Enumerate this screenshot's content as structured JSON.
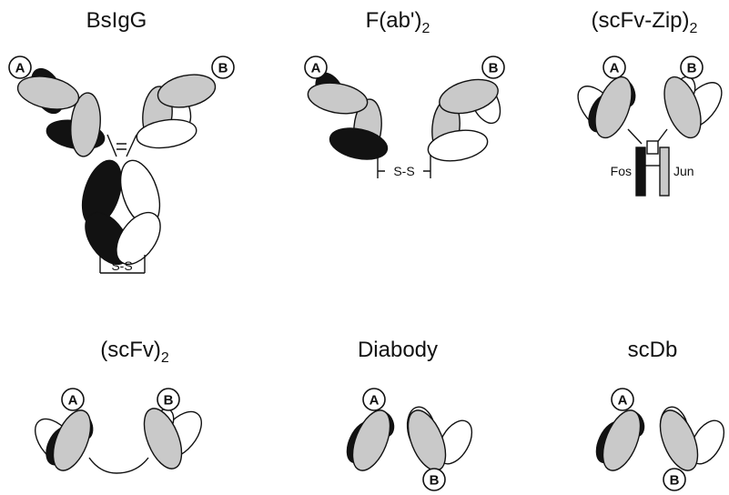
{
  "figure": {
    "panels": [
      {
        "id": "bsigg",
        "title": "BsIgG",
        "title_sub": "",
        "site_a": "A",
        "site_b": "B",
        "linker": "S-S"
      },
      {
        "id": "fab2",
        "title": "F(ab')",
        "title_sub": "2",
        "site_a": "A",
        "site_b": "B",
        "linker": "S-S"
      },
      {
        "id": "scfv-zip2",
        "title": "(scFv-Zip)",
        "title_sub": "2",
        "site_a": "A",
        "site_b": "B",
        "zip_left": "Fos",
        "zip_right": "Jun"
      },
      {
        "id": "scfv2",
        "title": "(scFv)",
        "title_sub": "2",
        "site_a": "A",
        "site_b": "B"
      },
      {
        "id": "diabody",
        "title": "Diabody",
        "title_sub": "",
        "site_a": "A",
        "site_b": "B"
      },
      {
        "id": "scdb",
        "title": "scDb",
        "title_sub": "",
        "site_a": "A",
        "site_b": "B"
      }
    ]
  },
  "colors": {
    "heavy_variable": "#121212",
    "light_variable": "#c9c9c9",
    "constant": "#ffffff",
    "outline": "#111111"
  }
}
